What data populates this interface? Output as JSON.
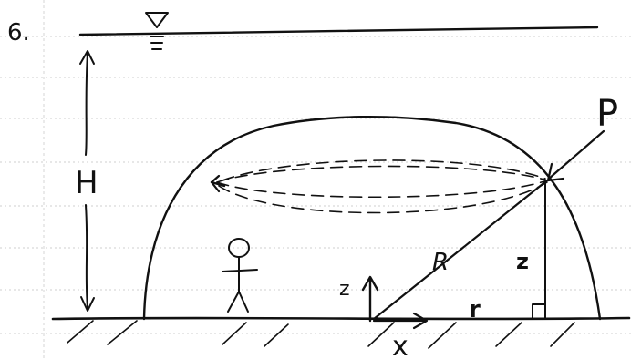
{
  "problem": {
    "number": "6."
  },
  "labels": {
    "depth": "H",
    "pressure": "P",
    "radius": "R",
    "height_right": "z",
    "height_axis": "z",
    "horizontal_axis": "x",
    "radial": "r"
  },
  "colors": {
    "ink": "#111111",
    "paper_lines": "#cfcfcf",
    "background": "#ffffff"
  }
}
